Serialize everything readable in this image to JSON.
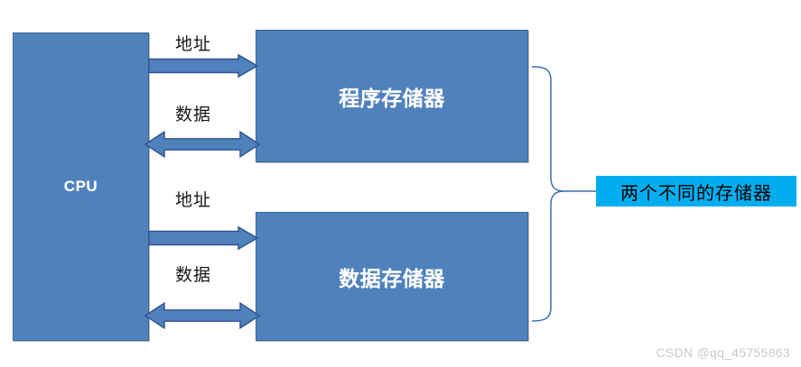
{
  "diagram": {
    "title": "Harvard architecture memory diagram",
    "colors": {
      "box_fill": "#4F81BD",
      "box_border": "#3A6595",
      "arrow_fill": "#4F81BD",
      "arrow_border": "#31538A",
      "brace_stroke": "#3A6FA8",
      "callout_fill": "#00AEEF",
      "callout_text": "#000000",
      "box_text": "#FFFFFF",
      "bus_label_text": "#171717",
      "watermark_text": "#C9C9C9",
      "background": "#FFFFFF"
    },
    "nodes": {
      "cpu": {
        "label": "CPU"
      },
      "program_memory": {
        "label": "程序存储器"
      },
      "data_memory": {
        "label": "数据存储器"
      }
    },
    "buses": [
      {
        "id": "program-address-bus",
        "label": "地址",
        "direction": "cpu-to-memory",
        "target": "program_memory"
      },
      {
        "id": "program-data-bus",
        "label": "数据",
        "direction": "bidirectional",
        "target": "program_memory"
      },
      {
        "id": "data-address-bus",
        "label": "地址",
        "direction": "cpu-to-memory",
        "target": "data_memory"
      },
      {
        "id": "data-data-bus",
        "label": "数据",
        "direction": "bidirectional",
        "target": "data_memory"
      }
    ],
    "callout": {
      "label": "两个不同的存储器"
    },
    "watermark": {
      "text": "CSDN @qq_45755863"
    }
  }
}
